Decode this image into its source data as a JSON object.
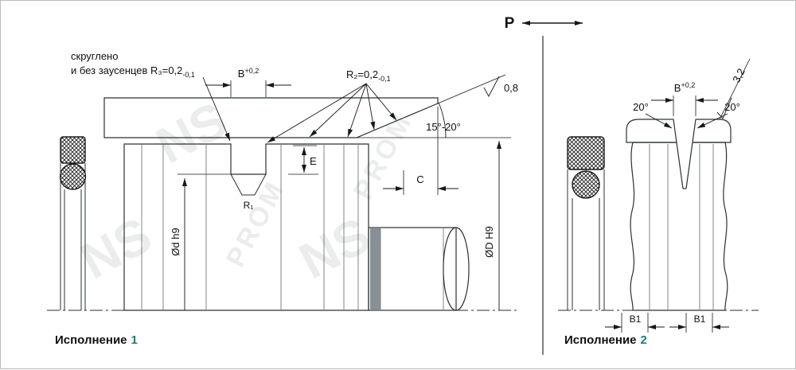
{
  "pressure": {
    "label": "P"
  },
  "view1": {
    "title": {
      "name": "Исполнение",
      "num": "1"
    },
    "note": {
      "line1": "скруглено",
      "line2": "и без заусенцев R₃=0,2",
      "line2_sub": "-0,1"
    },
    "dims": {
      "b": {
        "base": "B",
        "sup": "+0,2"
      },
      "r2": {
        "base": "R₂=0,2",
        "sub": "-0,1"
      },
      "chamfer_angle": "15°-20°",
      "roughness": "0,8",
      "e": "E",
      "c": "C",
      "r1": "R₁",
      "shaft_dia": "Ød h9",
      "bore_dia": "ØD H9"
    }
  },
  "view2": {
    "title": {
      "name": "Исполнение",
      "num": "2"
    },
    "dims": {
      "b": {
        "base": "B",
        "sup": "+0,2"
      },
      "roughness": "3,2",
      "angle_left": "20°",
      "angle_right": "20°",
      "b1_left": "B1",
      "b1_right": "B1"
    }
  },
  "watermark": {
    "logo": "NS",
    "text": "PROM"
  },
  "colors": {
    "metal_light": "#e2e5e6",
    "metal_dark": "#9aa1a5",
    "outline": "#2b3033",
    "dimension": "#14181a",
    "accent_number": "#1b7f72"
  }
}
